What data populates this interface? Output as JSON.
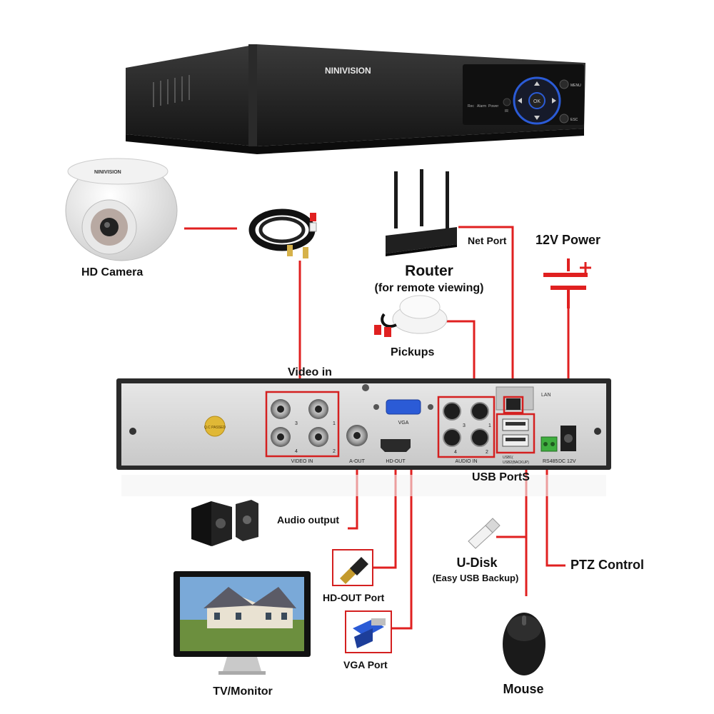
{
  "dvr": {
    "brand": "NINIVISION",
    "front_buttons": [
      "MENU",
      "ESC"
    ],
    "front_center_label": "OK",
    "front_indicators": [
      "Rec",
      "Alarm",
      "Power",
      "IR"
    ]
  },
  "camera_brand": "NINIVISION",
  "labels": {
    "hd_camera": "HD Camera",
    "router_title": "Router",
    "router_subtitle": "(for remote viewing)",
    "net_port": "Net Port",
    "power_12v": "12V Power",
    "pickups": "Pickups",
    "video_in": "Video in",
    "usb_ports": "USB PortS",
    "audio_output": "Audio output",
    "hd_out_port": "HD-OUT Port",
    "vga_port": "VGA Port",
    "u_disk": "U-Disk",
    "u_disk_sub": "(Easy USB Backup)",
    "ptz_control": "PTZ Control",
    "mouse": "Mouse",
    "tv_monitor": "TV/Monitor"
  },
  "back_panel": {
    "video_in_label": "VIDEO IN",
    "video_in_numbers": [
      "3",
      "1",
      "4",
      "2"
    ],
    "a_out": "A-OUT",
    "vga": "VGA",
    "hd_out": "HD-OUT",
    "audio_in_label": "AUDIO IN",
    "audio_in_numbers": [
      "3",
      "1",
      "4",
      "2"
    ],
    "lan": "LAN",
    "usb1": "USB1(",
    "usb2": "USB2(BACKUP)",
    "rs485": "RS485",
    "dc12v": "DC 12V",
    "qc": "Q.C PASSED"
  },
  "colors": {
    "connector_line": "#e02020",
    "highlight_box": "#d42020",
    "dvr_body": "#1c1c1c",
    "back_plate": "#dcdcdc"
  }
}
